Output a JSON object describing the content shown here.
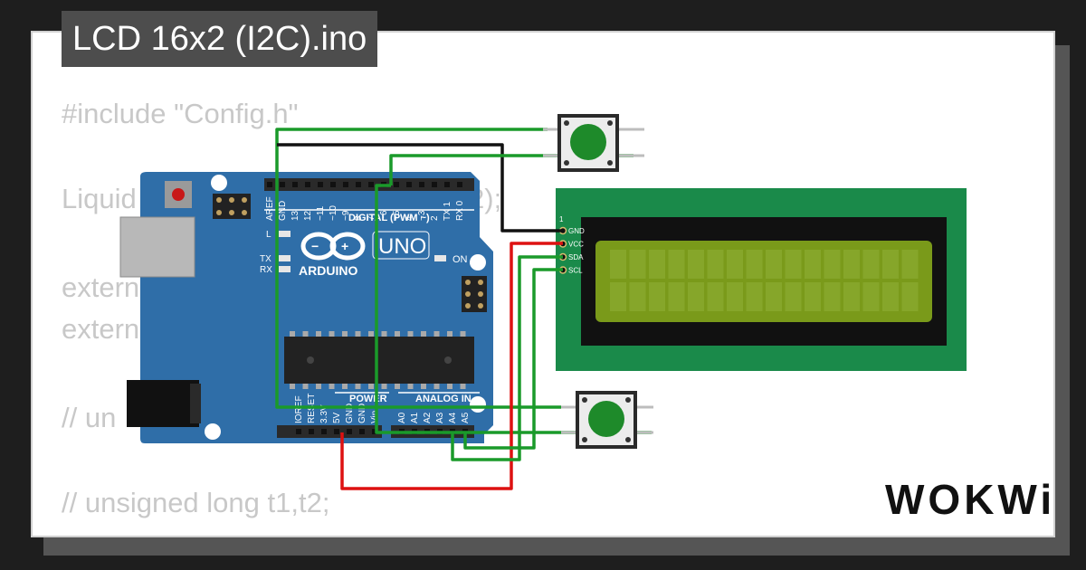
{
  "title": "LCD 16x2 (I2C).ino",
  "code_lines": [
    "#include \"Config.h\"",
    "Liquid",
    "2);",
    "extern",
    "extern",
    "// un",
    "// unsigned long t1,t2;"
  ],
  "arduino": {
    "brand": "ARDUINO",
    "model": "UNO",
    "digital_label": "DIGITAL (PWM ~)",
    "power_label": "POWER",
    "analog_label": "ANALOG IN",
    "on_label": "ON",
    "led_l": "L",
    "led_tx": "TX",
    "led_rx": "RX",
    "digital_pins": [
      "AREF",
      "GND",
      "13",
      "12",
      "~11",
      "~10",
      "~9",
      "8",
      "7",
      "~6",
      "~5",
      "4",
      "~3",
      "2",
      "TX 1",
      "RX 0"
    ],
    "power_pins": [
      "IOREF",
      "RESET",
      "3.3V",
      "5V",
      "GND",
      "GND",
      "Vin"
    ],
    "analog_pins": [
      "A0",
      "A1",
      "A2",
      "A3",
      "A4",
      "A5"
    ]
  },
  "lcd": {
    "pins": [
      "GND",
      "VCC",
      "SDA",
      "SCL"
    ],
    "pin1_label": "1"
  },
  "colors": {
    "board": "#2f6ea8",
    "lcd_pcb": "#1a8a4a",
    "lcd_screen": "#7a9a1a",
    "wire_green": "#1a9a2a",
    "wire_black": "#111111",
    "wire_red": "#dd1111",
    "button_cap": "#1e8a2a"
  },
  "logo": "WOKWi"
}
